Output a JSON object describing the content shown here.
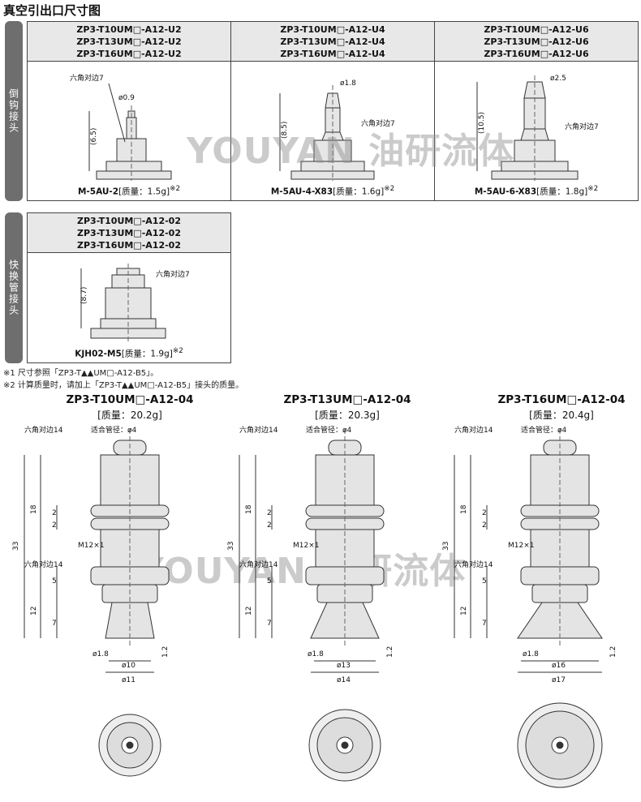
{
  "page_title": "真空引出口尺寸图",
  "watermark": {
    "brand": "YOUYAN",
    "cn": "油研流体"
  },
  "side_tabs": {
    "barb": "倒钩接头",
    "quick": "快换管接头"
  },
  "panels": [
    {
      "lines": [
        "ZP3-T10UM□-A12-U2",
        "ZP3-T13UM□-A12-U2",
        "ZP3-T16UM□-A12-U2"
      ],
      "part": "M-5AU-2",
      "mass": "[质量：1.5g]",
      "note_mark": "※2",
      "dia": "ø0.9",
      "height": "(6.5)",
      "hex": "六角对边7"
    },
    {
      "lines": [
        "ZP3-T10UM□-A12-U4",
        "ZP3-T13UM□-A12-U4",
        "ZP3-T16UM□-A12-U4"
      ],
      "part": "M-5AU-4-X83",
      "mass": "[质量：1.6g]",
      "note_mark": "※2",
      "dia": "ø1.8",
      "height": "(8.5)",
      "hex": "六角对边7"
    },
    {
      "lines": [
        "ZP3-T10UM□-A12-U6",
        "ZP3-T13UM□-A12-U6",
        "ZP3-T16UM□-A12-U6"
      ],
      "part": "M-5AU-6-X83",
      "mass": "[质量：1.8g]",
      "note_mark": "※2",
      "dia": "ø2.5",
      "height": "(10.5)",
      "hex": "六角对边7"
    },
    {
      "lines": [
        "ZP3-T10UM□-A12-02",
        "ZP3-T13UM□-A12-02",
        "ZP3-T16UM□-A12-02"
      ],
      "part": "KJH02-M5",
      "mass": "[质量：1.9g]",
      "note_mark": "※2",
      "height": "(8.7)",
      "hex": "六角对边7"
    }
  ],
  "notes": [
    "※1 尺寸参照「ZP3-T▲▲UM□-A12-B5」。",
    "※2 计算质量时，请加上「ZP3-T▲▲UM□-A12-B5」接头的质量。"
  ],
  "models": [
    {
      "title": "ZP3-T10UM□-A12-04",
      "mass": "[质量：20.2g]",
      "d_pad": "ø10",
      "d_outer": "ø11"
    },
    {
      "title": "ZP3-T13UM□-A12-04",
      "mass": "[质量：20.3g]",
      "d_pad": "ø13",
      "d_outer": "ø14"
    },
    {
      "title": "ZP3-T16UM□-A12-04",
      "mass": "[质量：20.4g]",
      "d_pad": "ø16",
      "d_outer": "ø17"
    }
  ],
  "model_common": {
    "hex14": "六角对边14",
    "tube": "适合管径：ø4",
    "thread": "M12×1",
    "h33": "33",
    "h18": "18",
    "h12": "12",
    "h5": "5",
    "h7": "7",
    "h2": "2",
    "d18": "ø1.8",
    "t12": "1.2"
  }
}
